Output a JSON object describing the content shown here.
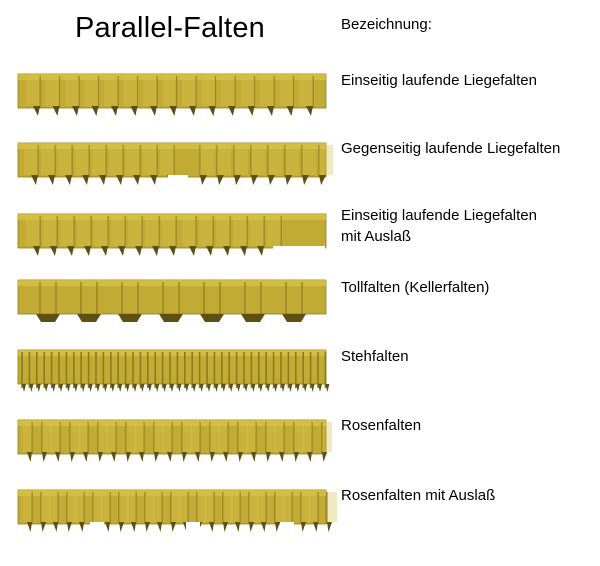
{
  "title": "Parallel-Falten",
  "column_header": "Bezeichnung:",
  "colors": {
    "fabric_light": "#d8c44a",
    "fabric_mid": "#c2ab35",
    "fabric_dark": "#8e7a1c",
    "shadow": "#5f4f10"
  },
  "rows": [
    {
      "lines": [
        "Einseitig laufende Liegefalten"
      ],
      "pattern": "one-way"
    },
    {
      "lines": [
        "Gegenseitig laufende Liegefalten"
      ],
      "pattern": "opposing"
    },
    {
      "lines": [
        "Einseitig laufende Liegefalten",
        "mit Auslaß"
      ],
      "pattern": "one-way-gap"
    },
    {
      "lines": [
        "Tollfalten (Kellerfalten)"
      ],
      "pattern": "box"
    },
    {
      "lines": [
        "Stehfalten"
      ],
      "pattern": "standing"
    },
    {
      "lines": [
        "Rosenfalten"
      ],
      "pattern": "rose"
    },
    {
      "lines": [
        "Rosenfalten mit Auslaß"
      ],
      "pattern": "rose-gap"
    }
  ]
}
